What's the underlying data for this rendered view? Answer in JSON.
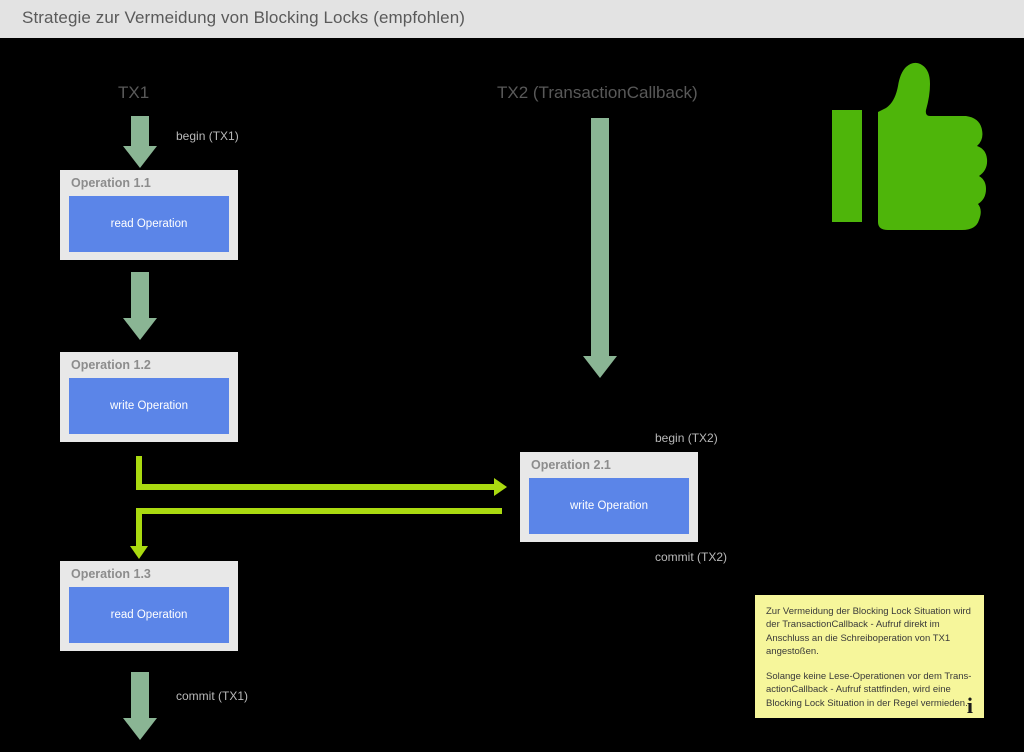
{
  "header": {
    "title": "Strategie zur Vermeidung von Blocking Locks (empfohlen)",
    "bar_color": "#e3e3e3",
    "text_color": "#5a5a5a"
  },
  "columns": {
    "tx1_title": "TX1",
    "tx2_title": "TX2 (TransactionCallback)"
  },
  "operations": [
    {
      "id": "op11",
      "label": "Operation 1.1",
      "inner_text": "read Operation"
    },
    {
      "id": "op12",
      "label": "Operation 1.2",
      "inner_text": "write Operation"
    },
    {
      "id": "op13",
      "label": "Operation 1.3",
      "inner_text": "read Operation"
    },
    {
      "id": "op21",
      "label": "Operation 2.1",
      "inner_text": "write Operation"
    }
  ],
  "annotations": {
    "begin_tx1": "begin (TX1)",
    "commit_tx1": "commit (TX1)",
    "begin_tx2": "begin (TX2)",
    "commit_tx2": "commit (TX2)"
  },
  "icons": {
    "thumbs_up": "thumbs-up-icon",
    "info_glyph": "i"
  },
  "info_note": {
    "paragraph1": "Zur Vermeidung der Blocking Lock Situation wird der TransactionCallback - Aufruf direkt im Anschluss an die Schreiboperation von TX1 angestoßen.",
    "paragraph2": "Solange keine Lese-Operationen vor dem Trans-actionCallback - Aufruf stattfinden, wird eine Blocking Lock Situation in der Regel vermieden.",
    "background": "#f6f69b"
  },
  "colors": {
    "canvas": "#000000",
    "green_arrow": "#8ab594",
    "call_arrow": "#aada10",
    "operation_panel": "#5b85e8",
    "operation_box": "#e8e8e8",
    "thumbs_up_green": "#4eb50a"
  }
}
